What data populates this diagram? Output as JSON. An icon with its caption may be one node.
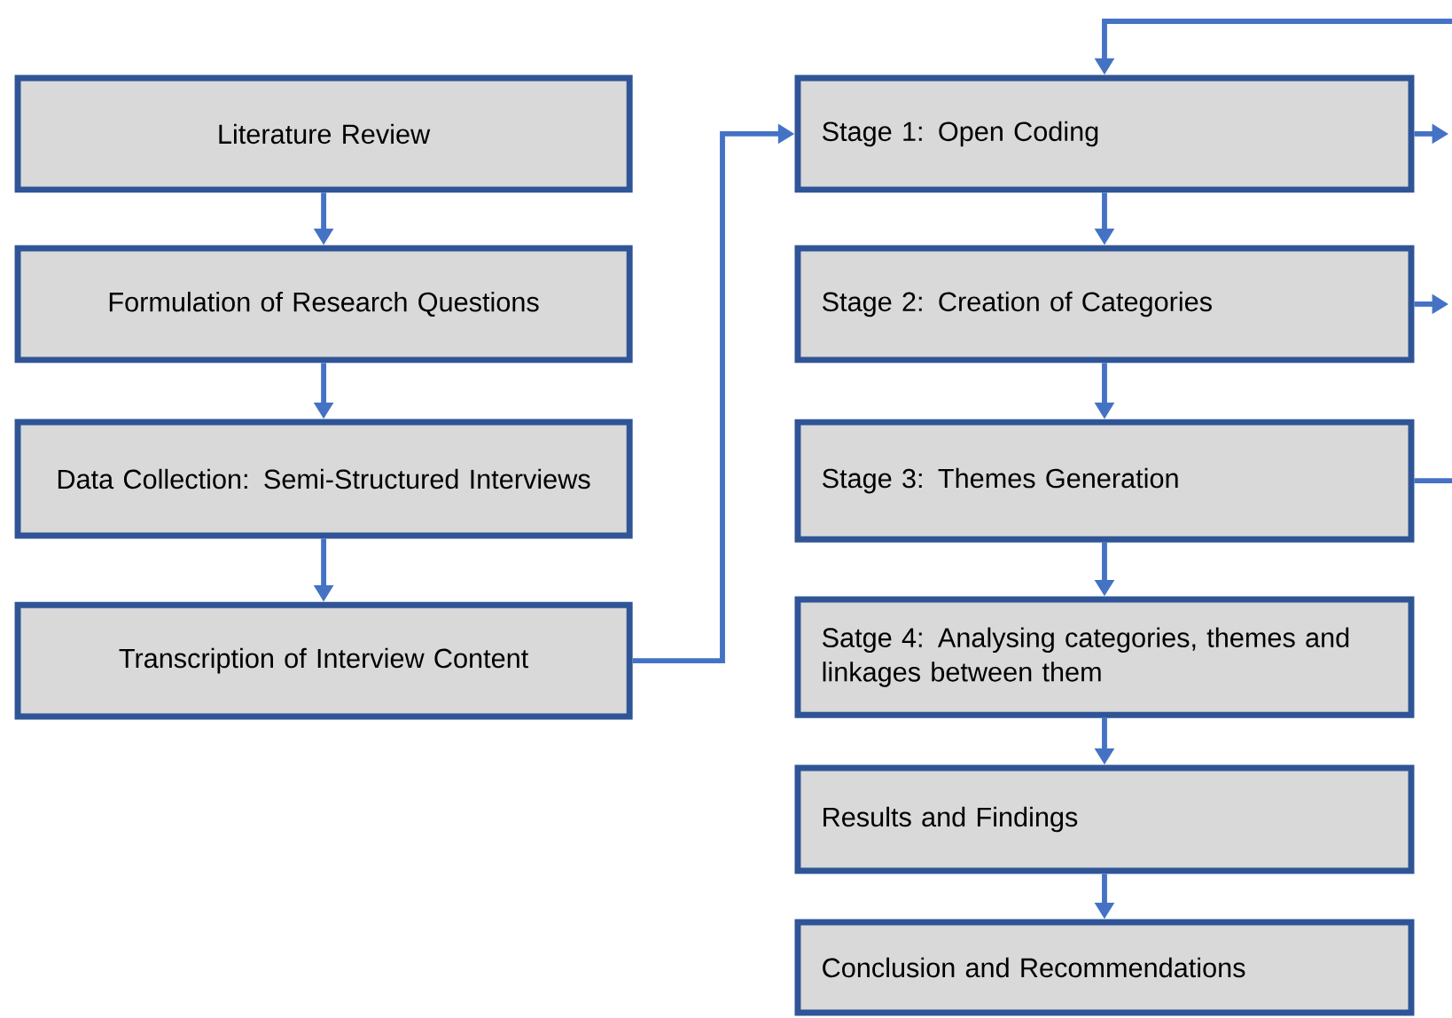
{
  "diagram": {
    "nodes": [
      {
        "text": [
          "Literature Review"
        ]
      },
      {
        "text": [
          "Formulation of Research Questions"
        ]
      },
      {
        "text": [
          "Data Collection: Semi-Structured Interviews"
        ]
      },
      {
        "text": [
          "Transcription of Interview Content"
        ]
      },
      {
        "text": [
          "Stage 1: Open Coding"
        ]
      },
      {
        "text": [
          "Stage 2: Creation of Categories"
        ]
      },
      {
        "text": [
          "Stage 3: Themes Generation"
        ]
      },
      {
        "text": [
          "Satge 4: Analysing categories, themes and linkages between them"
        ]
      },
      {
        "text": [
          "Results and Findings"
        ]
      },
      {
        "text": [
          "Conclusion and Recommendations"
        ]
      }
    ],
    "edges": [
      {
        "from": 0,
        "to": 1,
        "arrow": "to"
      },
      {
        "from": 1,
        "to": 2,
        "arrow": "to"
      },
      {
        "from": 2,
        "to": 3,
        "arrow": "to"
      },
      {
        "from": 3,
        "to": 4,
        "arrow": "to"
      },
      {
        "from": 4,
        "to": 5,
        "arrow": "to"
      },
      {
        "from": 5,
        "to": 6,
        "arrow": "to"
      },
      {
        "from": 6,
        "to": 7,
        "arrow": "to"
      },
      {
        "from": 7,
        "to": 8,
        "arrow": "to"
      },
      {
        "from": 8,
        "to": 9,
        "arrow": "to"
      },
      {
        "from": 4,
        "to": null,
        "arrow": "to"
      },
      {
        "from": 5,
        "to": null,
        "arrow": "to"
      },
      {
        "from": 6,
        "to": null,
        "arrow": "none"
      },
      {
        "from": null,
        "to": 4,
        "arrow": "to"
      }
    ]
  }
}
